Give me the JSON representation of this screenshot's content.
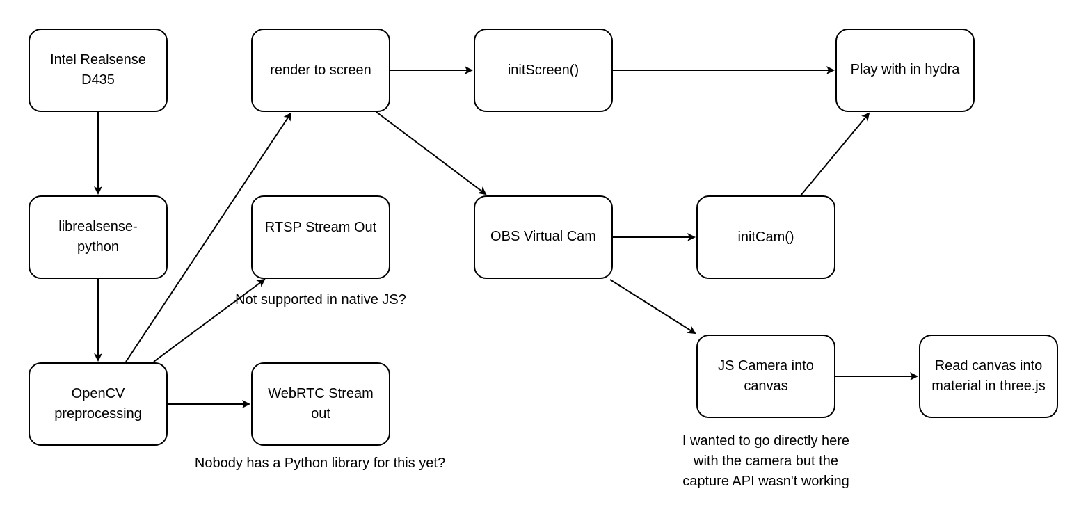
{
  "colors": {
    "stroke": "#000000",
    "background": "#ffffff"
  },
  "nodes": {
    "intel": "Intel Realsense D435",
    "librealsense": "librealsense-python",
    "opencv": "OpenCV preprocessing",
    "render": "render to screen",
    "rtsp": "RTSP Stream Out",
    "webrtc": "WebRTC Stream out",
    "initscreen": "initScreen()",
    "obs": "OBS Virtual Cam",
    "hydra": "Play with in hydra",
    "initcam": "initCam()",
    "jscamera": "JS Camera into canvas",
    "threejs": "Read canvas into material in three.js"
  },
  "notes": {
    "rtsp": "Not supported in native JS?",
    "webrtc": "Nobody has a Python library for this yet?",
    "jscamera": [
      "I wanted to go directly here",
      "with the camera but the",
      "capture API wasn't working"
    ]
  }
}
